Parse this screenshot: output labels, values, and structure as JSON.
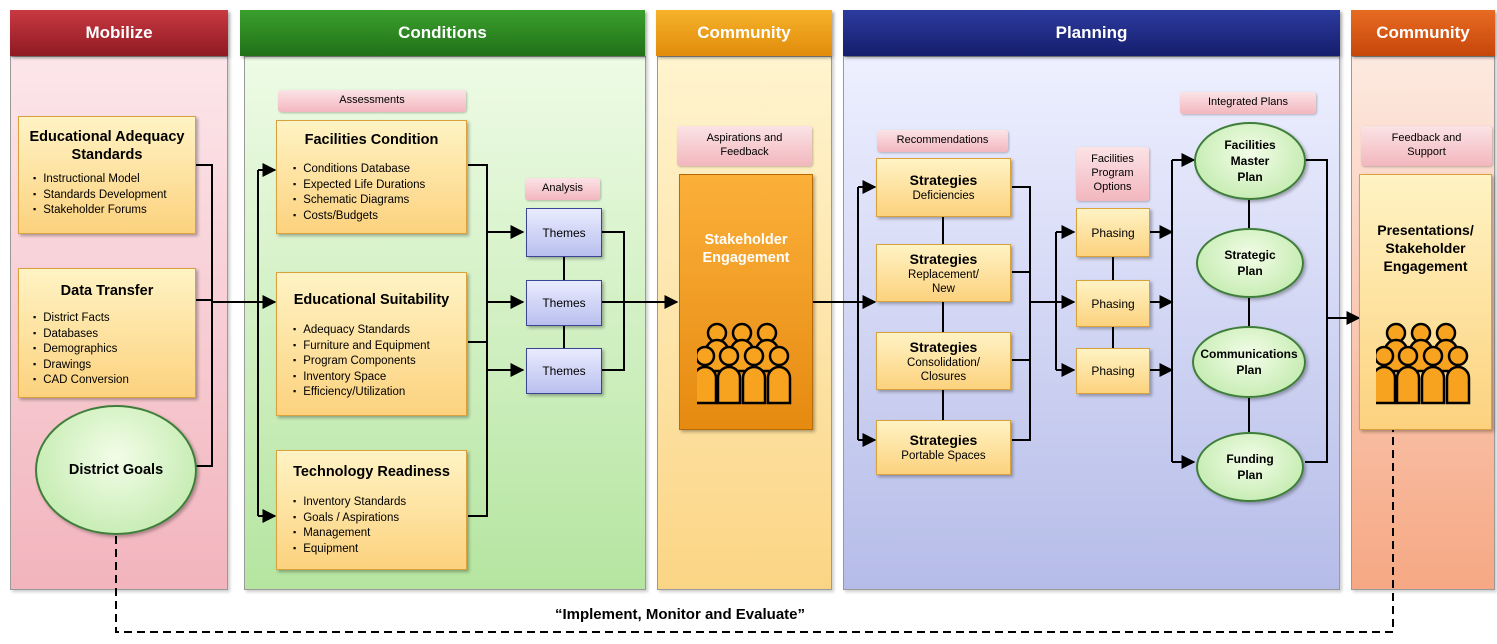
{
  "headers": {
    "mobilize": "Mobilize",
    "conditions": "Conditions",
    "community1": "Community",
    "planning": "Planning",
    "community2": "Community"
  },
  "colors": {
    "mobilize": "#b3232c",
    "conditions": "#2e8b22",
    "community1": "#f4a018",
    "planning": "#1c2a8a",
    "community2": "#dc5a14",
    "box_border": "#d9a23c",
    "oval_border": "#3f7e3a"
  },
  "mobilize": {
    "standards": {
      "title": "Educational Adequacy Standards",
      "items": [
        "Instructional Model",
        "Standards Development",
        "Stakeholder Forums"
      ]
    },
    "data_transfer": {
      "title": "Data Transfer",
      "items": [
        "District Facts",
        "Databases",
        "Demographics",
        "Drawings",
        "CAD Conversion"
      ]
    },
    "district_goals": "District Goals"
  },
  "conditions": {
    "assessments_tag": "Assessments",
    "analysis_tag": "Analysis",
    "facilities_condition": {
      "title": "Facilities Condition",
      "items": [
        "Conditions Database",
        "Expected Life Durations",
        "Schematic Diagrams",
        "Costs/Budgets"
      ]
    },
    "educational_suitability": {
      "title": "Educational Suitability",
      "items": [
        "Adequacy Standards",
        "Furniture and Equipment",
        "Program Components",
        "Inventory Space",
        "Efficiency/Utilization"
      ]
    },
    "technology_readiness": {
      "title": "Technology Readiness",
      "items": [
        "Inventory Standards",
        "Goals / Aspirations",
        "Management",
        "Equipment"
      ]
    },
    "themes": [
      "Themes",
      "Themes",
      "Themes"
    ]
  },
  "community1": {
    "tag": "Aspirations and Feedback",
    "box_title": "Stakeholder Engagement",
    "icon": "people-group-icon"
  },
  "planning": {
    "recommendations_tag": "Recommendations",
    "program_options_tag": "Facilities Program Options",
    "integrated_tag": "Integrated Plans",
    "strategies": [
      {
        "title": "Strategies",
        "desc": "Deficiencies"
      },
      {
        "title": "Strategies",
        "desc": "Replacement/ New"
      },
      {
        "title": "Strategies",
        "desc": "Consolidation/ Closures"
      },
      {
        "title": "Strategies",
        "desc": "Portable Spaces"
      }
    ],
    "phasing": [
      "Phasing",
      "Phasing",
      "Phasing"
    ],
    "plans": [
      "Facilities Master Plan",
      "Strategic Plan",
      "Communications Plan",
      "Funding Plan"
    ]
  },
  "community2": {
    "tag": "Feedback and Support",
    "box_title": "Presentations/ Stakeholder Engagement",
    "icon": "people-group-icon"
  },
  "footer": {
    "loop_label": "“Implement, Monitor and Evaluate”"
  }
}
